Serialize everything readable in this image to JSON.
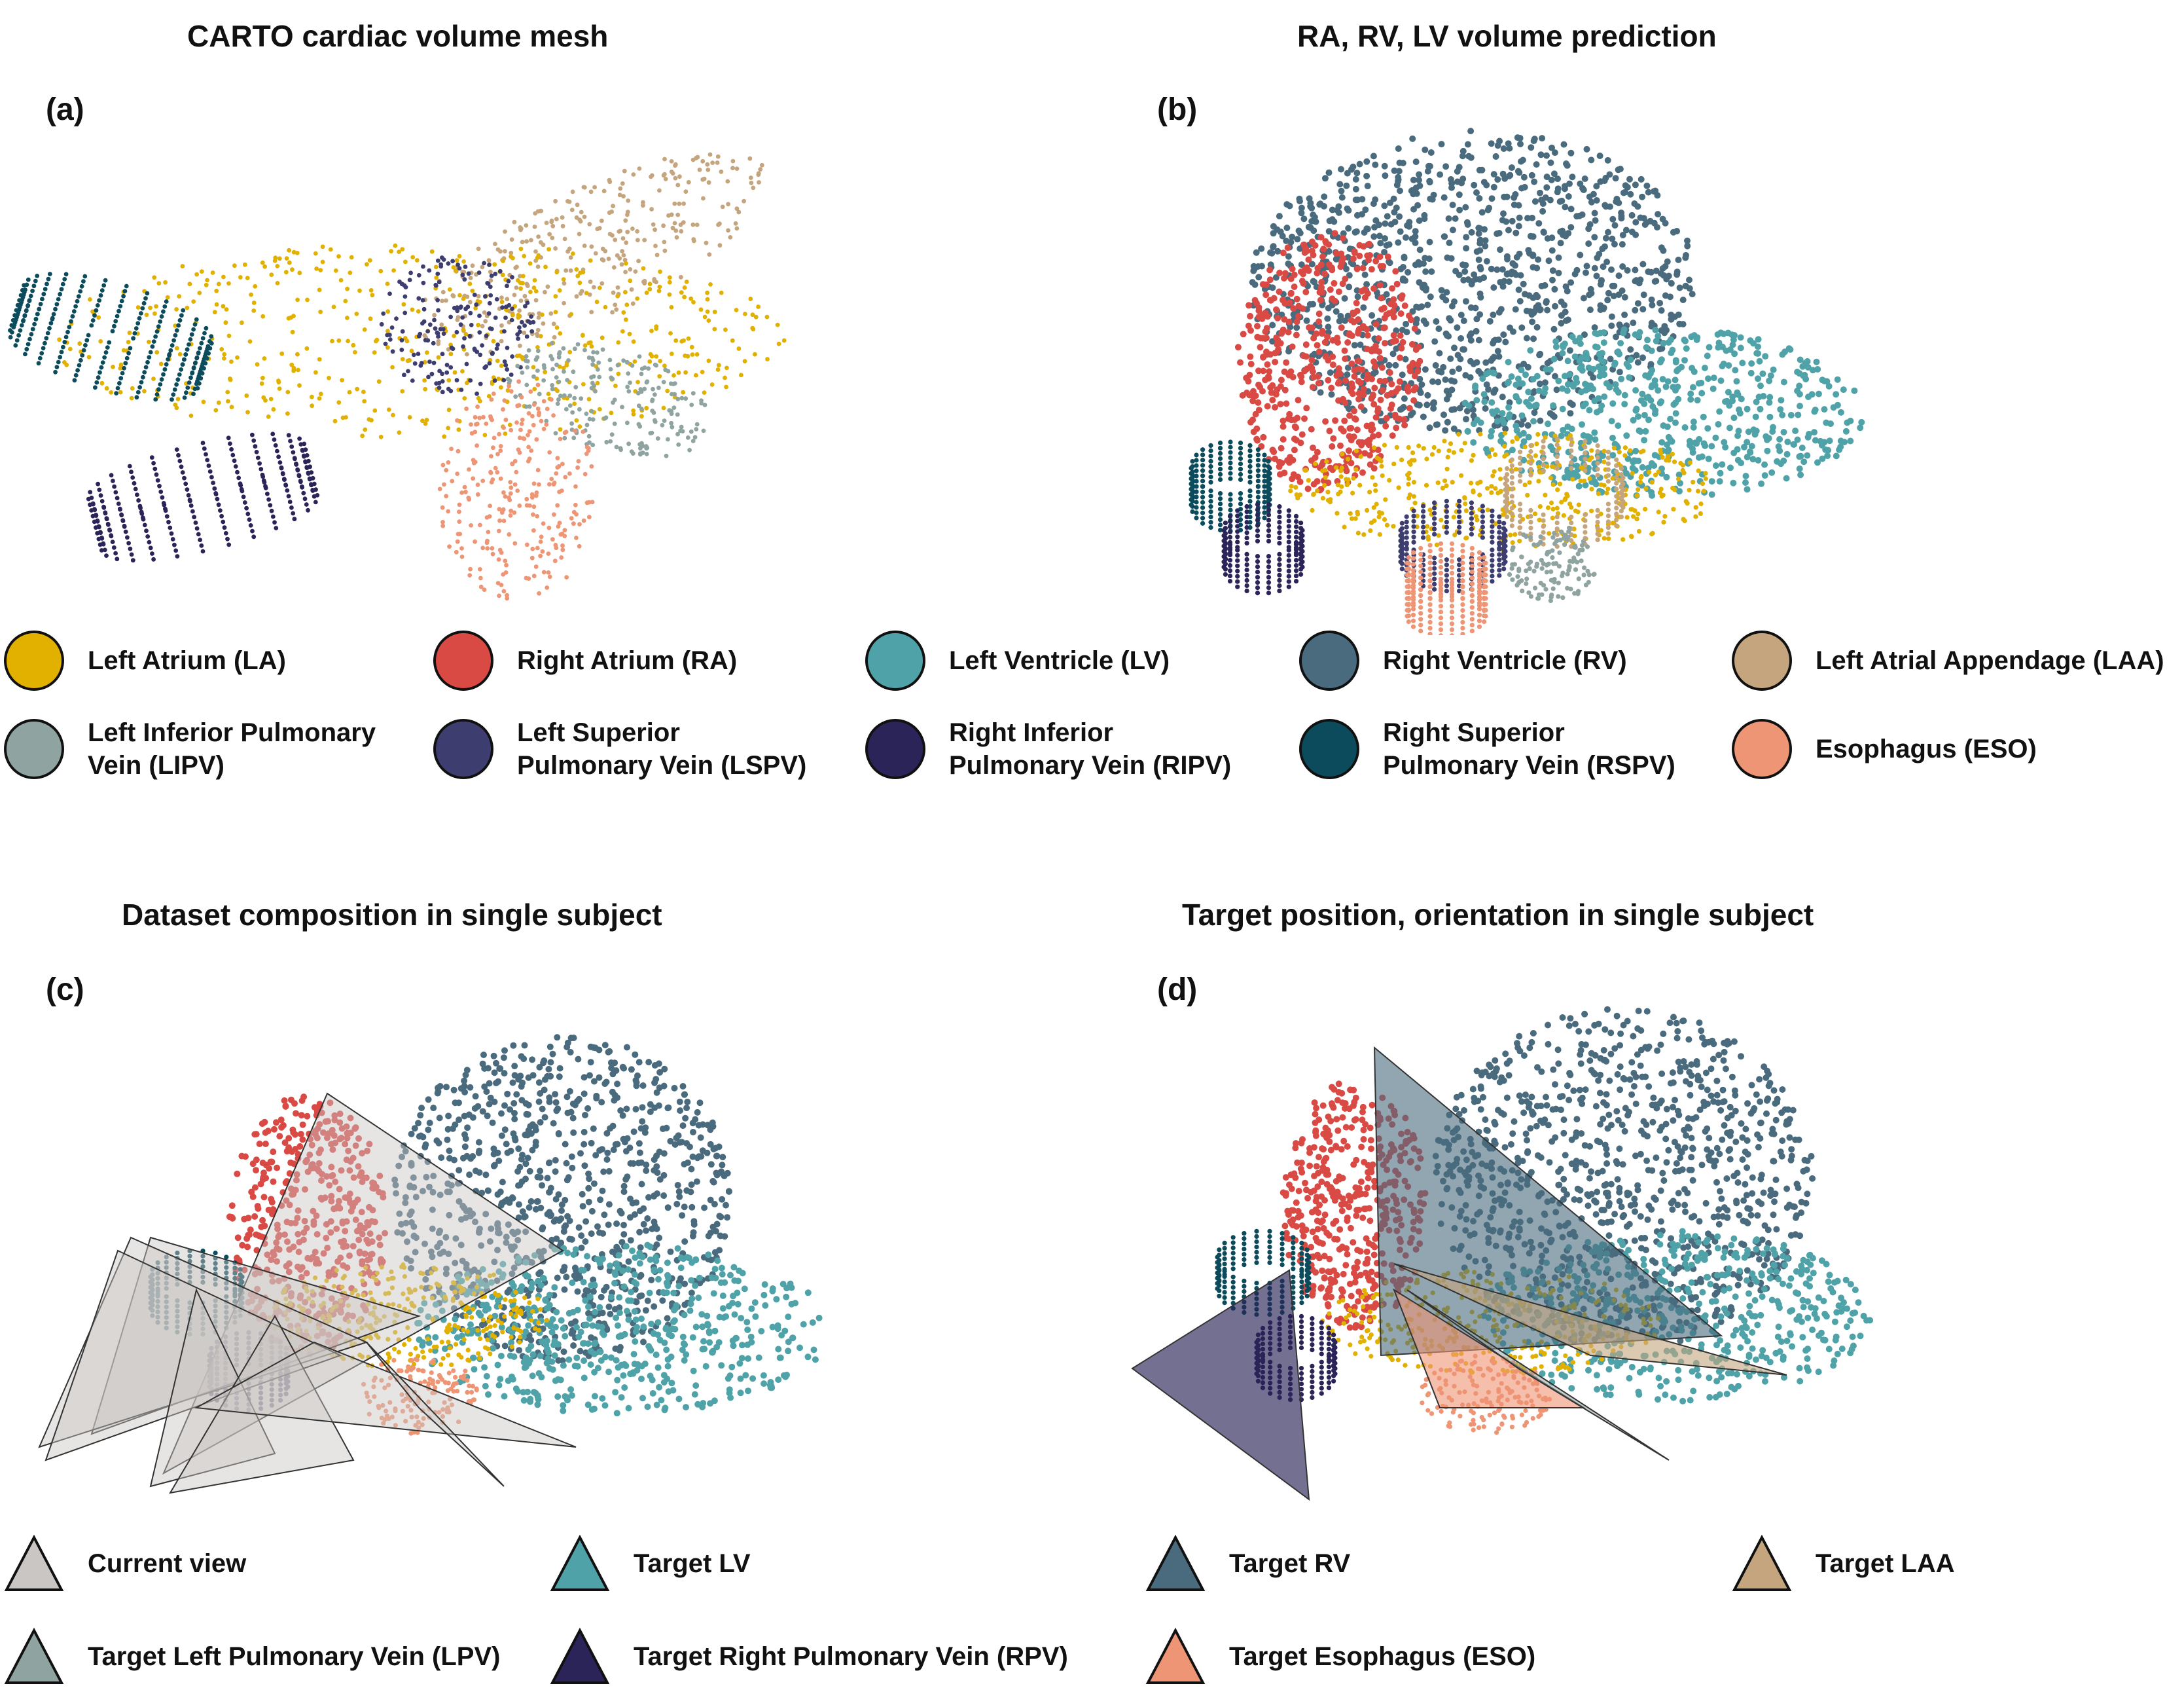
{
  "titles": {
    "a": "CARTO cardiac volume mesh",
    "b": "RA, RV, LV volume prediction",
    "c": "Dataset composition in single subject",
    "d": "Target position, orientation in single subject"
  },
  "panel_labels": {
    "a": "(a)",
    "b": "(b)",
    "c": "(c)",
    "d": "(d)"
  },
  "colors": {
    "LA": "#e2b100",
    "RA": "#d94a45",
    "LV": "#4fa3a8",
    "RV": "#4a6b7e",
    "LAA": "#c4a57e",
    "LIPV": "#8fa3a0",
    "LSPV": "#3d3d70",
    "RIPV": "#2a2458",
    "RSPV": "#0b4b5c",
    "ESO": "#ee9575",
    "current_view": "#c9c6c3"
  },
  "legend_top": [
    {
      "key": "LA",
      "label": "Left Atrium (LA)"
    },
    {
      "key": "RA",
      "label": "Right Atrium (RA)"
    },
    {
      "key": "LV",
      "label": "Left Ventricle (LV)"
    },
    {
      "key": "RV",
      "label": "Right Ventricle (RV)"
    },
    {
      "key": "LAA",
      "label": "Left Atrial Appendage (LAA)"
    },
    {
      "key": "LIPV",
      "label": "Left Inferior Pulmonary\nVein (LIPV)"
    },
    {
      "key": "LSPV",
      "label": "Left Superior\nPulmonary Vein (LSPV)"
    },
    {
      "key": "RIPV",
      "label": "Right Inferior\nPulmonary Vein (RIPV)"
    },
    {
      "key": "RSPV",
      "label": "Right Superior\nPulmonary Vein (RSPV)"
    },
    {
      "key": "ESO",
      "label": "Esophagus (ESO)"
    }
  ],
  "legend_bottom": [
    {
      "key": "current_view",
      "label": "Current view"
    },
    {
      "key": "LV",
      "label": "Target LV"
    },
    {
      "key": "RV",
      "label": "Target RV"
    },
    {
      "key": "LAA",
      "label": "Target LAA"
    },
    {
      "key": "LIPV",
      "label": "Target Left Pulmonary Vein (LPV)"
    },
    {
      "key": "RIPV",
      "label": "Target Right Pulmonary Vein (RPV)"
    },
    {
      "key": "ESO",
      "label": "Target Esophagus (ESO)"
    }
  ]
}
